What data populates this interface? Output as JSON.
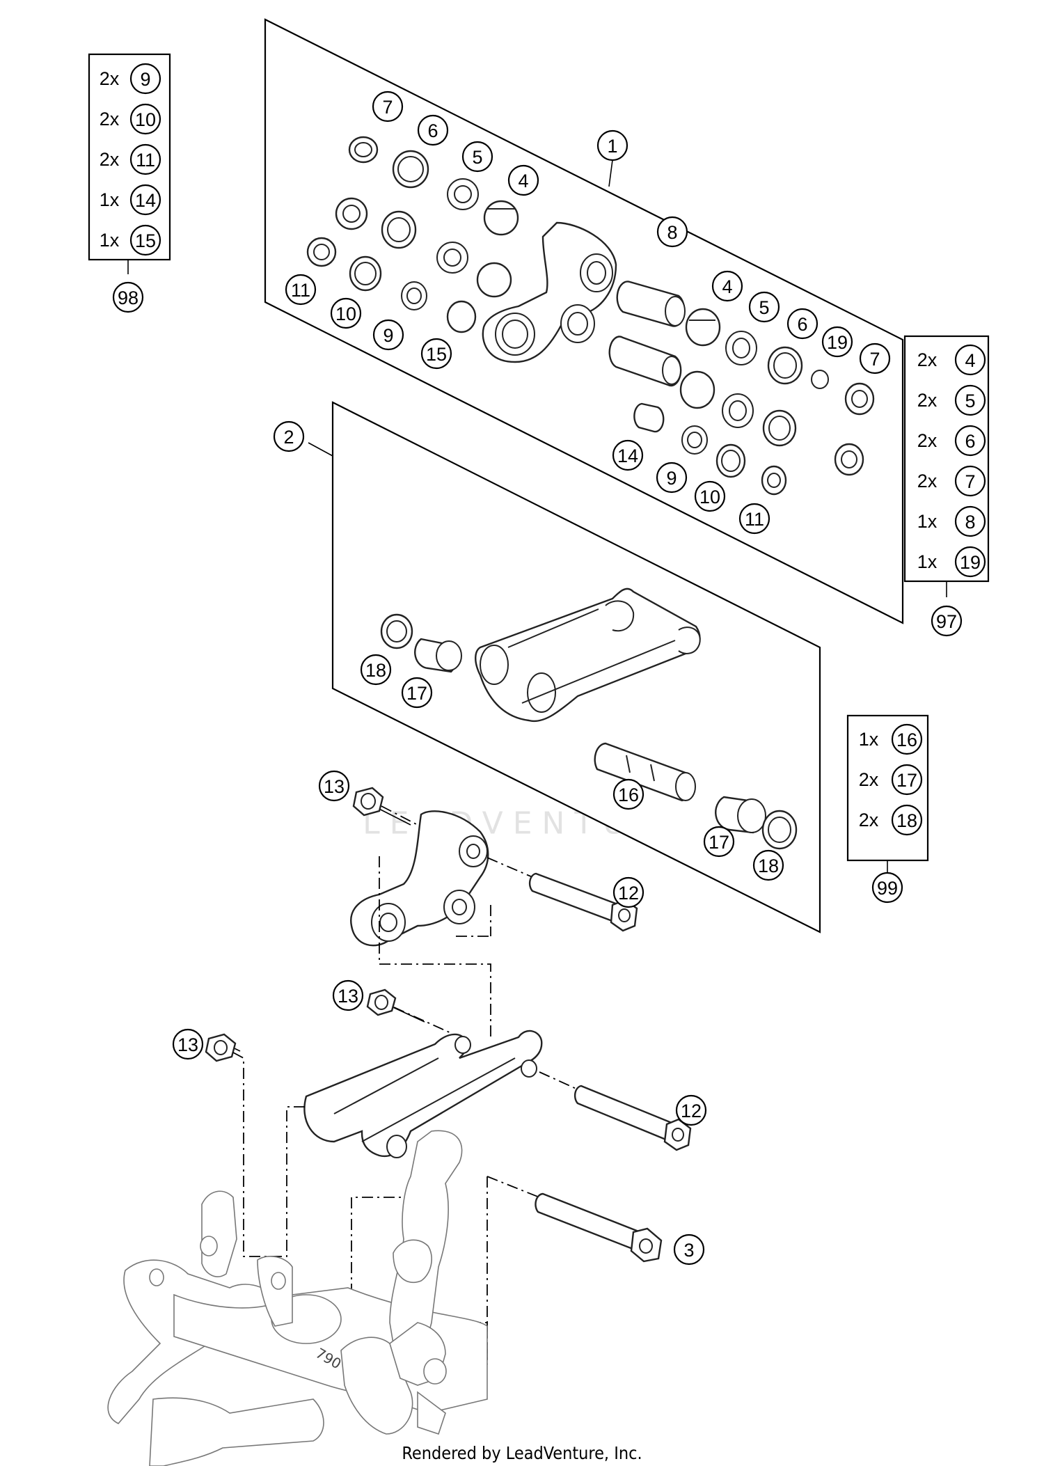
{
  "watermark": "LEADVENTURE",
  "credit": "Rendered by LeadVenture, Inc.",
  "frame_stamp": "790",
  "callouts": [
    "1",
    "2",
    "3",
    "4",
    "5",
    "6",
    "7",
    "8",
    "9",
    "10",
    "11",
    "12",
    "13",
    "14",
    "15",
    "16",
    "17",
    "18",
    "19"
  ],
  "kits": [
    {
      "id": "98",
      "items": [
        {
          "qty": "2x",
          "part": "9"
        },
        {
          "qty": "2x",
          "part": "10"
        },
        {
          "qty": "2x",
          "part": "11"
        },
        {
          "qty": "1x",
          "part": "14"
        },
        {
          "qty": "1x",
          "part": "15"
        }
      ]
    },
    {
      "id": "97",
      "items": [
        {
          "qty": "2x",
          "part": "4"
        },
        {
          "qty": "2x",
          "part": "5"
        },
        {
          "qty": "2x",
          "part": "6"
        },
        {
          "qty": "2x",
          "part": "7"
        },
        {
          "qty": "1x",
          "part": "8"
        },
        {
          "qty": "1x",
          "part": "19"
        }
      ]
    },
    {
      "id": "99",
      "items": [
        {
          "qty": "1x",
          "part": "16"
        },
        {
          "qty": "2x",
          "part": "17"
        },
        {
          "qty": "2x",
          "part": "18"
        }
      ]
    }
  ]
}
